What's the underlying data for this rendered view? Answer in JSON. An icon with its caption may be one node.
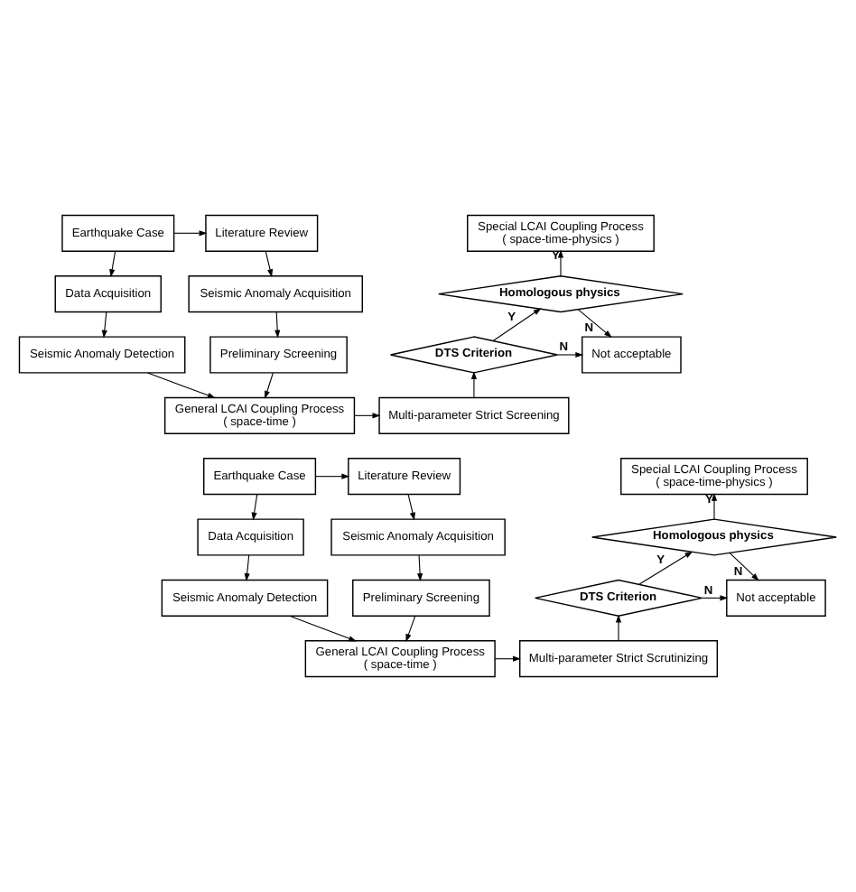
{
  "diagram": {
    "nodes": [
      {
        "text": [
          "Earthquake Case"
        ]
      },
      {
        "text": [
          "Literature Review"
        ]
      },
      {
        "text": [
          "Special LCAI Coupling Process",
          "( space-time-physics )"
        ]
      },
      {
        "text": [
          "Data Acquisition"
        ]
      },
      {
        "text": [
          "Seismic Anomaly Acquisition"
        ]
      },
      {
        "text": [
          "Homologous physics"
        ]
      },
      {
        "text": [
          "Seismic Anomaly Detection"
        ]
      },
      {
        "text": [
          "Preliminary Screening"
        ]
      },
      {
        "text": [
          "DTS Criterion"
        ]
      },
      {
        "text": [
          "Not acceptable"
        ]
      },
      {
        "text": [
          "General LCAI Coupling Process",
          "( space-time )"
        ]
      },
      {
        "text": [
          "Multi-parameter Strict Screening"
        ]
      },
      {
        "text": [
          "Earthquake Case"
        ]
      },
      {
        "text": [
          "Literature Review"
        ]
      },
      {
        "text": [
          "Special LCAI Coupling Process",
          "( space-time-physics )"
        ]
      },
      {
        "text": [
          "Data Acquisition"
        ]
      },
      {
        "text": [
          "Seismic Anomaly Acquisition"
        ]
      },
      {
        "text": [
          "Homologous physics"
        ]
      },
      {
        "text": [
          "Seismic Anomaly Detection"
        ]
      },
      {
        "text": [
          "Preliminary Screening"
        ]
      },
      {
        "text": [
          "DTS Criterion"
        ]
      },
      {
        "text": [
          "Not acceptable"
        ]
      },
      {
        "text": [
          "General LCAI Coupling Process",
          "( space-time )"
        ]
      },
      {
        "text": [
          "Multi-parameter Strict Scrutinizing"
        ]
      }
    ],
    "edges": [
      {
        "from": 0,
        "to": 1,
        "arrow": "to"
      },
      {
        "from": 0,
        "to": 3,
        "arrow": "to"
      },
      {
        "from": 3,
        "to": 6,
        "arrow": "to"
      },
      {
        "from": 6,
        "to": 10,
        "arrow": "to"
      },
      {
        "from": 1,
        "to": 4,
        "arrow": "to"
      },
      {
        "from": 4,
        "to": 7,
        "arrow": "to"
      },
      {
        "from": 7,
        "to": 10,
        "arrow": "to"
      },
      {
        "from": 10,
        "to": 11,
        "arrow": "to"
      },
      {
        "from": 11,
        "to": 8,
        "arrow": "to"
      },
      {
        "from": 8,
        "to": 5,
        "arrow": "to",
        "label": "Y"
      },
      {
        "from": 8,
        "to": 9,
        "arrow": "to",
        "label": "N"
      },
      {
        "from": 5,
        "to": 2,
        "arrow": "to",
        "label": "Y"
      },
      {
        "from": 5,
        "to": 9,
        "arrow": "to",
        "label": "N"
      },
      {
        "from": 12,
        "to": 13,
        "arrow": "to"
      },
      {
        "from": 12,
        "to": 15,
        "arrow": "to"
      },
      {
        "from": 15,
        "to": 18,
        "arrow": "to"
      },
      {
        "from": 18,
        "to": 22,
        "arrow": "to"
      },
      {
        "from": 13,
        "to": 16,
        "arrow": "to"
      },
      {
        "from": 16,
        "to": 19,
        "arrow": "to"
      },
      {
        "from": 19,
        "to": 22,
        "arrow": "to"
      },
      {
        "from": 22,
        "to": 23,
        "arrow": "to"
      },
      {
        "from": 23,
        "to": 20,
        "arrow": "to"
      },
      {
        "from": 20,
        "to": 17,
        "arrow": "to",
        "label": "Y"
      },
      {
        "from": 20,
        "to": 21,
        "arrow": "to",
        "label": "N"
      },
      {
        "from": 17,
        "to": 14,
        "arrow": "to",
        "label": "Y"
      },
      {
        "from": 17,
        "to": 21,
        "arrow": "to",
        "label": "N"
      }
    ]
  }
}
